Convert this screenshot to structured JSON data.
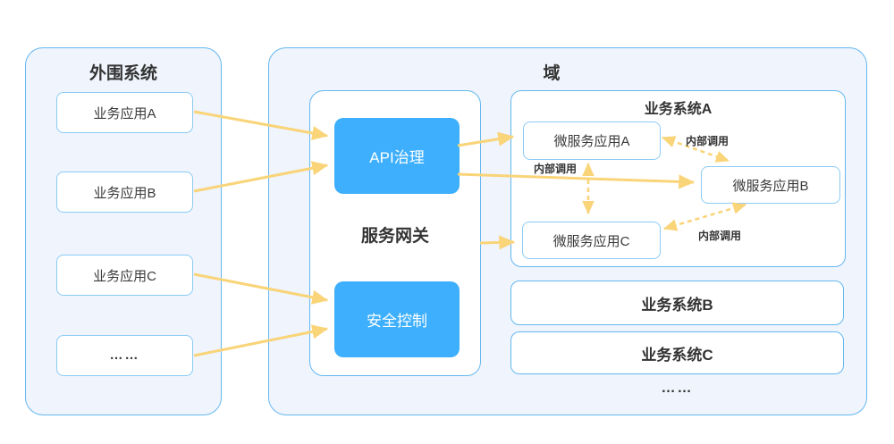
{
  "colors": {
    "panel_fill": "#eff4fd",
    "panel_border": "#64b7f0",
    "light_box_border": "#8acbf5",
    "module_fill": "#3eaffc",
    "module_text": "#ffffff",
    "arrow_yellow": "#f9d478",
    "text": "#333333"
  },
  "peripheral": {
    "title": "外围系统",
    "apps": [
      {
        "label": "业务应用A"
      },
      {
        "label": "业务应用B"
      },
      {
        "label": "业务应用C"
      },
      {
        "label": "……"
      }
    ]
  },
  "domain": {
    "title": "域",
    "gateway": {
      "title": "服务网关",
      "modules": [
        {
          "label": "API治理"
        },
        {
          "label": "安全控制"
        }
      ]
    },
    "system_a": {
      "title": "业务系统A",
      "microservices": [
        {
          "label": "微服务应用A"
        },
        {
          "label": "微服务应用B"
        },
        {
          "label": "微服务应用C"
        }
      ],
      "internal_call_label": "内部调用"
    },
    "systems": [
      {
        "label": "业务系统B"
      },
      {
        "label": "业务系统C"
      }
    ],
    "ellipsis": "……"
  }
}
